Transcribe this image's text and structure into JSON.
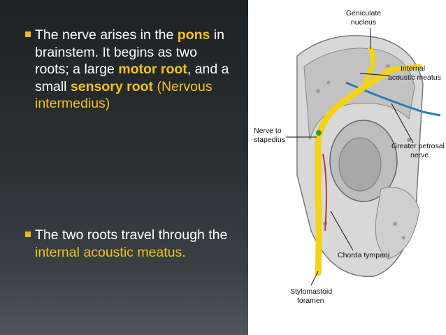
{
  "bullets": [
    {
      "text_parts": [
        "The nerve arises in the ",
        "pons",
        " in brainstem. It begins as two roots; a large ",
        "motor root",
        ", and a small ",
        "sensory root",
        " (Nervous intermedius)"
      ]
    },
    {
      "text_parts": [
        "The two roots travel through the ",
        "internal acoustic meatus."
      ]
    }
  ],
  "figure_labels": {
    "geniculate": [
      "Geniculate",
      "nucleus"
    ],
    "internal_meatus": [
      "Internal",
      "acoustic meatus"
    ],
    "nerve_to_stapedius": [
      "Nerve to",
      "stapedius"
    ],
    "greater_petrosal": [
      "Greater petrosal",
      "nerve"
    ],
    "chorda_tympani": [
      "Chorda tympani"
    ],
    "stylomastoid": [
      "Stylomastoid",
      "foramen"
    ]
  },
  "colors": {
    "highlight": "#f3c316",
    "bullet_marker": "#f0b81a",
    "nerve_yellow": "#f2d21a",
    "nerve_blue": "#2a7fb0"
  },
  "icons": [
    "square-bullet-icon",
    "anatomy-illustration"
  ]
}
